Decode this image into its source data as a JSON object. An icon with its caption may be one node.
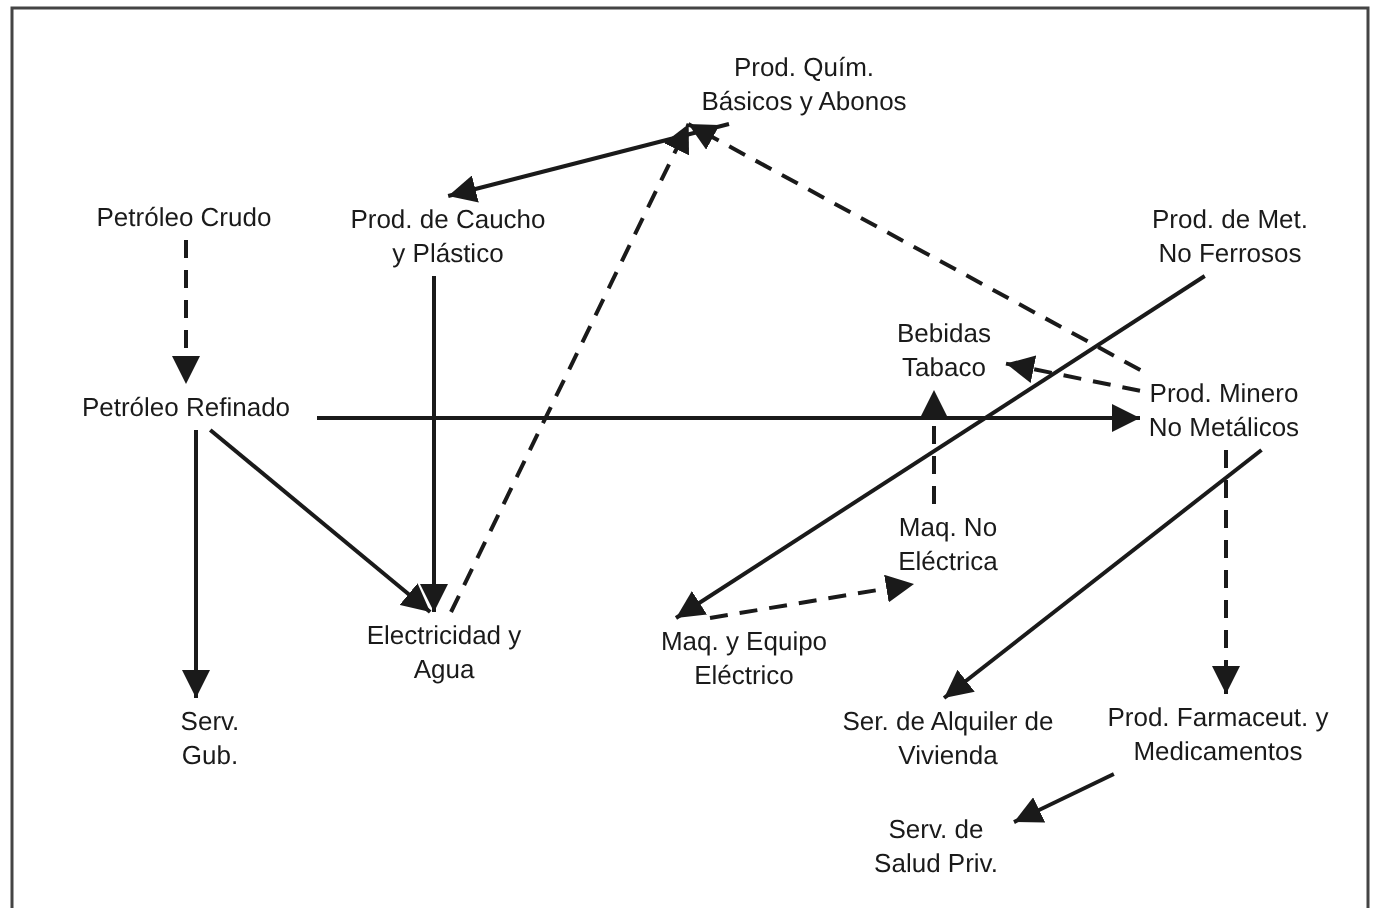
{
  "diagram": {
    "nodes": [
      {
        "text": [
          "Prod. Quím. Básicos y Abonos"
        ]
      },
      {
        "text": [
          "Petróleo Crudo"
        ]
      },
      {
        "text": [
          "Prod. de Caucho y Plástico"
        ]
      },
      {
        "text": [
          "Prod. de Met. No Ferrosos"
        ]
      },
      {
        "text": [
          "Bebidas Tabaco"
        ]
      },
      {
        "text": [
          "Petróleo Refinado"
        ]
      },
      {
        "text": [
          "Prod. Minero No Metálicos"
        ]
      },
      {
        "text": [
          "Maq. No Eléctrica"
        ]
      },
      {
        "text": [
          "Electricidad y Agua"
        ]
      },
      {
        "text": [
          "Maq. y Equipo Eléctrico"
        ]
      },
      {
        "text": [
          "Serv. Gub."
        ]
      },
      {
        "text": [
          "Ser. de Alquiler de Vivienda"
        ]
      },
      {
        "text": [
          "Prod. Farmaceut. y Medicamentos"
        ]
      },
      {
        "text": [
          "Serv. de Salud Priv."
        ]
      }
    ],
    "edges": [
      {
        "from": 0,
        "to": 2,
        "arrow": "to"
      },
      {
        "from": 1,
        "to": 5,
        "arrow": "to",
        "style": "dashed"
      },
      {
        "from": 2,
        "to": 8,
        "arrow": "to"
      },
      {
        "from": 8,
        "to": 0,
        "arrow": "to",
        "style": "dashed"
      },
      {
        "from": 6,
        "to": 0,
        "arrow": "to",
        "style": "dashed"
      },
      {
        "from": 6,
        "to": 4,
        "arrow": "to",
        "style": "dashed"
      },
      {
        "from": 3,
        "to": 9,
        "arrow": "to"
      },
      {
        "from": 5,
        "to": 6,
        "arrow": "to"
      },
      {
        "from": 7,
        "to": 4,
        "arrow": "to",
        "style": "dashed"
      },
      {
        "from": 9,
        "to": 7,
        "arrow": "to",
        "style": "dashed"
      },
      {
        "from": 5,
        "to": 8,
        "arrow": "to"
      },
      {
        "from": 5,
        "to": 10,
        "arrow": "to"
      },
      {
        "from": 6,
        "to": 11,
        "arrow": "to"
      },
      {
        "from": 6,
        "to": 12,
        "arrow": "to",
        "style": "dashed"
      },
      {
        "from": 12,
        "to": 13,
        "arrow": "to"
      }
    ]
  }
}
